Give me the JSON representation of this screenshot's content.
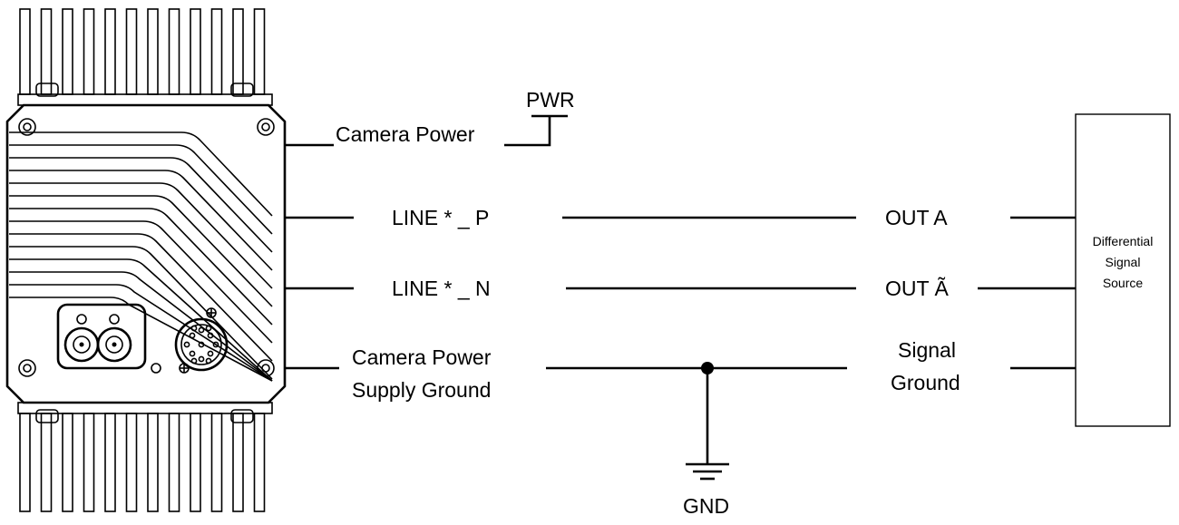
{
  "camera": {
    "power_label": "Camera Power",
    "pwr_label": "PWR",
    "ground_label_line1": "Camera Power",
    "ground_label_line2": "Supply Ground"
  },
  "signals": {
    "line_p": "LINE  * _ P",
    "line_n": "LINE  * _ N",
    "out_a": "OUT A",
    "out_a_bar": "OUT  Ã",
    "signal_ground_line1": "Signal",
    "signal_ground_line2": "Ground"
  },
  "ground_symbol": {
    "label": "GND"
  },
  "source_box": {
    "line1": "Differential",
    "line2": "Signal",
    "line3": "Source"
  },
  "colors": {
    "stroke": "#000000",
    "background": "#ffffff"
  }
}
